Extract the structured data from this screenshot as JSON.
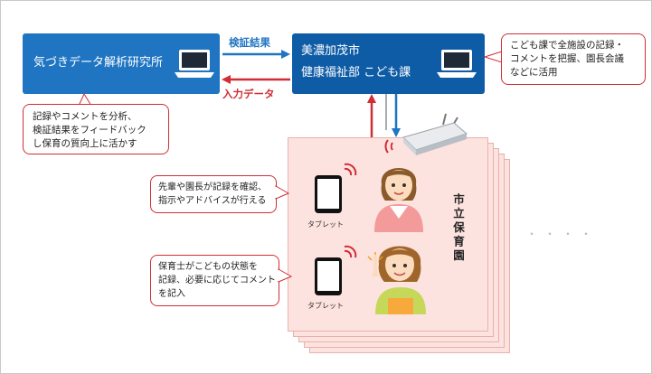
{
  "research_box": {
    "label": "気づきデータ解析研究所"
  },
  "city_box": {
    "line1": "美濃加茂市",
    "line2": "健康福祉部 こども課"
  },
  "arrows": {
    "verify_result": "検証結果",
    "input_data": "入力データ"
  },
  "callouts": {
    "research": [
      "記録やコメントを分析、",
      "検証結果をフィードバック",
      "し保育の質向上に活かす"
    ],
    "city": [
      "こども課で全施設の記録・",
      "コメントを把握、園長会議",
      "などに活用"
    ],
    "director": [
      "先輩や園長が記録を確認、",
      "指示やアドバイスが行える"
    ],
    "teacher": [
      "保育士がこどもの状態を",
      "記録、必要に応じてコメント",
      "を記入"
    ]
  },
  "nursery": {
    "label": "市立保育園"
  },
  "tablet_label": "タブレット",
  "ellipsis": "・・・・",
  "colors": {
    "blue": "#1f75c2",
    "navy": "#0f5ca6",
    "red": "#cf2e35",
    "pink": "#fde3df"
  }
}
